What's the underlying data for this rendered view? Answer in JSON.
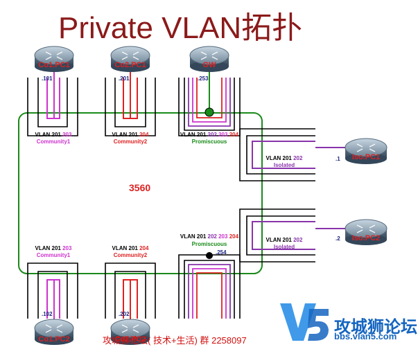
{
  "title": "Private VLAN拓扑",
  "switch_label": "3560",
  "colors": {
    "title": "#8b1a1a",
    "switch_outline": "#1a8a1a",
    "community1": "#cc33cc",
    "community2": "#dd2222",
    "promiscuous": "#1a8a1a",
    "isolated": "#8833aa",
    "router_label": "#dd2222",
    "ip_label": "#1a237e",
    "watermark": "#d01010",
    "logo": "#1565c0"
  },
  "routers": {
    "co1_pc1": "Co1.PC1",
    "co2_pc1": "Co2.PC1",
    "gw": "GW",
    "iso_pc1": "Iso.PC1",
    "iso_pc2": "Iso.PC2",
    "co1_pc2": "Co1.PC2",
    "co2_pc2": "Co2.PC2"
  },
  "ips": {
    "co1_pc1": ".101",
    "co2_pc1": ".201",
    "gw": ".253",
    "iso_pc1": ".1",
    "iso_pc2": ".2",
    "co1_pc2": ".102",
    "co2_pc2": ".202",
    "promisc_bottom": ".254"
  },
  "ports": {
    "top_com1": {
      "vlan": "VLAN 201",
      "secondary": "203",
      "name": "Community1"
    },
    "top_com2": {
      "vlan": "VLAN 201",
      "secondary": "204",
      "name": "Community2"
    },
    "top_promisc": {
      "vlan": "VLAN 201",
      "secondary": [
        "202",
        "203",
        "204"
      ],
      "name": "Promiscuous"
    },
    "right_iso1": {
      "vlan": "VLAN 201",
      "secondary": "202",
      "name": "Isolated"
    },
    "right_iso2": {
      "vlan": "VLAN 201",
      "secondary": "202",
      "name": "Isolated"
    },
    "bottom_com1": {
      "vlan": "VLAN 201",
      "secondary": "203",
      "name": "Community1"
    },
    "bottom_com2": {
      "vlan": "VLAN 201",
      "secondary": "204",
      "name": "Community2"
    },
    "bottom_promisc": {
      "vlan": "VLAN 201",
      "secondary": [
        "202",
        "203",
        "204"
      ],
      "name": "Promiscuous"
    }
  },
  "watermark": "攻城狮论坛( 技术+生活) 群 2258097",
  "logo": {
    "mark": "V5",
    "name": "攻城狮论坛",
    "url": "bbs.vlan5.com"
  }
}
